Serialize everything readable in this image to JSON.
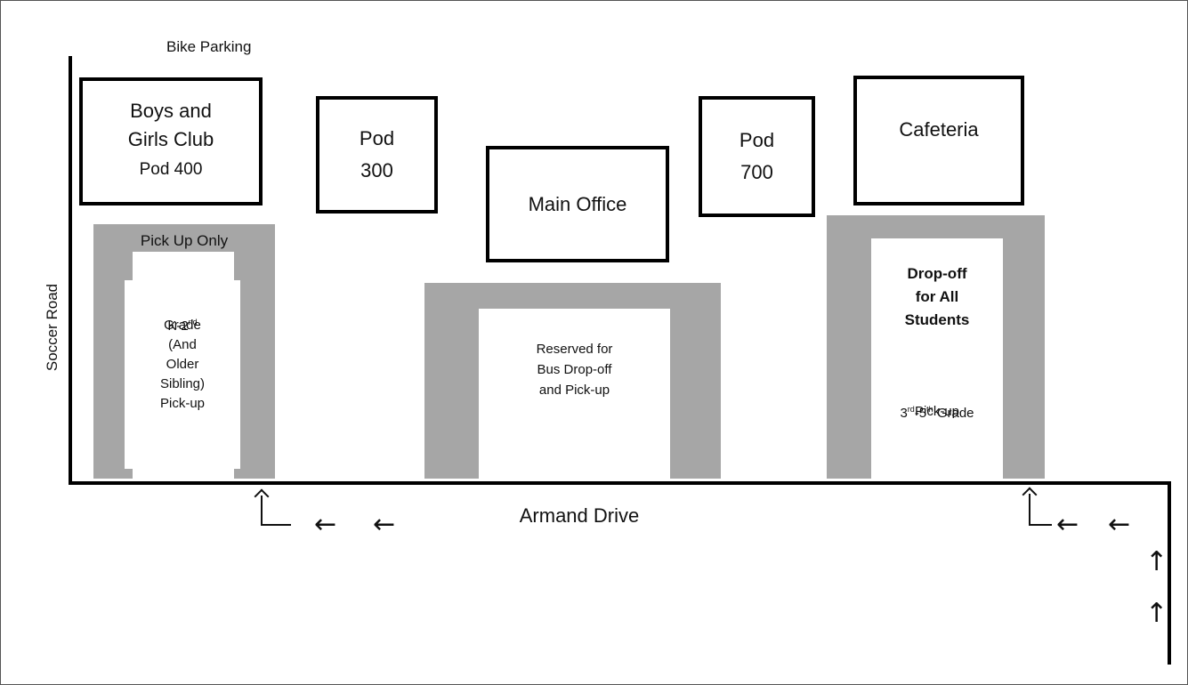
{
  "labels": {
    "bike_parking": "Bike Parking",
    "soccer_road": "Soccer Road",
    "armand_drive": "Armand Drive"
  },
  "buildings": {
    "boys_girls_club": {
      "line1": "Boys and",
      "line2": "Girls Club",
      "sub": "Pod 400"
    },
    "pod_300": {
      "line1": "Pod",
      "line2": "300"
    },
    "main_office": {
      "label": "Main Office"
    },
    "pod_700": {
      "line1": "Pod",
      "line2": "700"
    },
    "cafeteria": {
      "label": "Cafeteria"
    }
  },
  "zones": {
    "pickup_only": {
      "header": "Pick Up Only",
      "grade_prefix": "K-2",
      "grade_sup": "nd",
      "body": "Grade\n(And\nOlder\nSibling)\nPick-up"
    },
    "bus": {
      "body": "Reserved for\nBus Drop-off\nand Pick-up"
    },
    "dropoff": {
      "title": "Drop-off\nfor All\nStudents",
      "g1": "3",
      "g1_sup": "rd",
      "g2_prefix": "-5",
      "g2_sup": "th",
      "g2_suffix": " Grade",
      "line2": "Pick-up"
    }
  },
  "colors": {
    "zone_gray": "#a6a6a6",
    "building_border": "#000000",
    "road": "#000000"
  },
  "icons": {
    "arrow_left": "arrow-left-icon",
    "arrow_up": "arrow-up-icon",
    "turn_up": "turn-up-icon"
  }
}
